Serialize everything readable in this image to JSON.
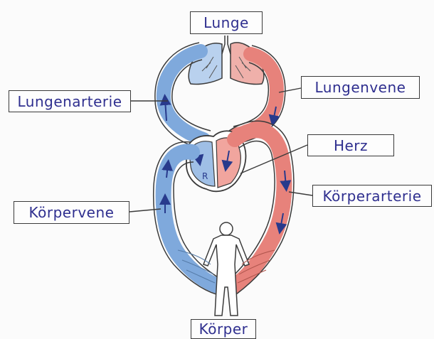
{
  "labels": {
    "lunge": "Lunge",
    "lungenarterie": "Lungenarterie",
    "lungenvene": "Lungenvene",
    "herz": "Herz",
    "koerperarterie": "Körperarterie",
    "koerpervene": "Körpervene",
    "koerper": "Körper"
  },
  "heart_chamber_label": "R",
  "colors": {
    "deoxygenated": "#7fa9dc",
    "oxygenated": "#e7827b",
    "outline": "#3b3b3b",
    "arrow": "#283a8c",
    "label_text": "#2f2f8f"
  }
}
